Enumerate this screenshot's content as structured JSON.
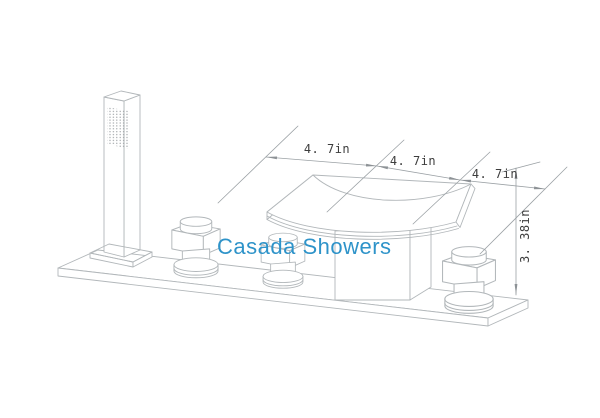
{
  "brand": {
    "name": "Casada Showers",
    "color": "#2e93c9"
  },
  "dimensions": {
    "labels": [
      "4. 7in",
      "4. 7in",
      "4. 7in"
    ],
    "height_label": "3. 38in",
    "text_color": "#3d3d3d"
  },
  "drawing": {
    "object_line_color": "#b2b7ba",
    "dimension_line_color": "#9ba1a5",
    "background_color": "#ffffff"
  }
}
